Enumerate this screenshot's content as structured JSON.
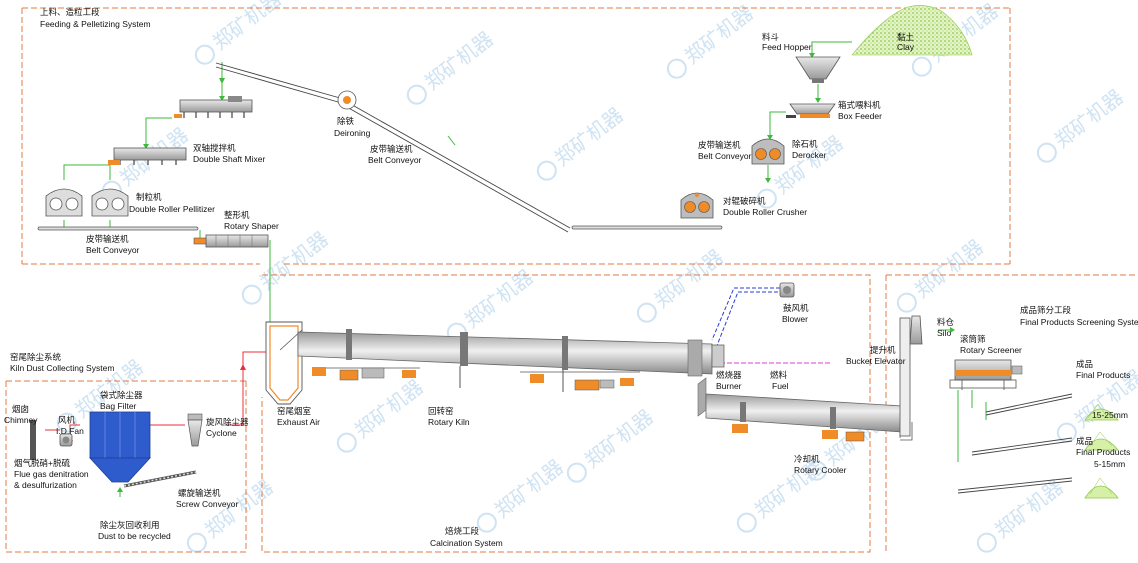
{
  "sections": {
    "feeding": [
      "上料、造粒工段",
      "Feeding & Pelletizing System"
    ],
    "kiln_dust": [
      "窑尾除尘系统",
      "Kiln Dust Collecting System"
    ],
    "calcination": [
      "焙烧工段",
      "Calcination System"
    ],
    "screening": [
      "成品筛分工段",
      "Final Products Screening System"
    ]
  },
  "equipment": {
    "clay": [
      "黏土",
      "Clay"
    ],
    "feed_hopper": [
      "料斗",
      "Feed Hopper"
    ],
    "box_feeder": [
      "箱式喂料机",
      "Box Feeder"
    ],
    "derocker": [
      "除石机",
      "Derocker"
    ],
    "belt_conveyor_right": [
      "皮带输送机",
      "Belt Conveyor"
    ],
    "double_roller_crusher": [
      "对辊破碎机",
      "Double Roller Crusher"
    ],
    "deironing": [
      "除铁",
      "Deironing"
    ],
    "belt_conveyor_incline": [
      "皮带输送机",
      "Belt Conveyor"
    ],
    "double_shaft_mixer": [
      "双轴搅拌机",
      "Double Shaft Mixer"
    ],
    "double_roller_pelletizer": [
      "制粒机",
      "Double Roller Pellitizer"
    ],
    "rotary_shaper": [
      "整形机",
      "Rotary Shaper"
    ],
    "belt_conveyor_left": [
      "皮带输送机",
      "Belt Conveyor"
    ],
    "blower": [
      "鼓风机",
      "Blower"
    ],
    "bucket_elevator": [
      "提升机",
      "Bucket Elevator"
    ],
    "silo": [
      "料仓",
      "Silo"
    ],
    "rotary_screener": [
      "滚筒筛",
      "Rotary Screener"
    ],
    "final_products": [
      "成品",
      "Final Products"
    ],
    "size_large": "15-25mm",
    "size_small": "5-15mm",
    "burner": [
      "燃烧器",
      "Burner"
    ],
    "fuel": [
      "燃料",
      "Fuel"
    ],
    "exhaust_air": [
      "窑尾烟室",
      "Exhaust Air"
    ],
    "rotary_kiln": [
      "回转窑",
      "Rotary Kiln"
    ],
    "rotary_cooler": [
      "冷却机",
      "Rotary Cooler"
    ],
    "chimney": [
      "烟囱",
      "Chimney"
    ],
    "id_fan": [
      "风机",
      "I.D.Fan"
    ],
    "bag_filter": [
      "袋式除尘器",
      "Bag Filter"
    ],
    "cyclone": [
      "旋风除尘器",
      "Cyclone"
    ],
    "flue_gas": [
      "烟气脱硝+脱硫",
      "Flue gas denitration",
      "& desulfurization"
    ],
    "screw_conveyor": [
      "螺旋输送机",
      "Screw Conveyor"
    ],
    "dust_recycled": [
      "除尘灰回收利用",
      "Dust to be recycled"
    ]
  },
  "watermark": "郑矿机器",
  "colors": {
    "section_border": "#e07a45",
    "material_flow": "#3cba3c",
    "gas_flow": "#e8303a",
    "air_flow": "#2a3fd0",
    "fuel_flow": "#e23cd8",
    "bag_filter": "#2e5ccc",
    "clay": "#cde8a3",
    "equipment_orange": "#f08c28",
    "equipment_gray": "#8c8c8c"
  }
}
